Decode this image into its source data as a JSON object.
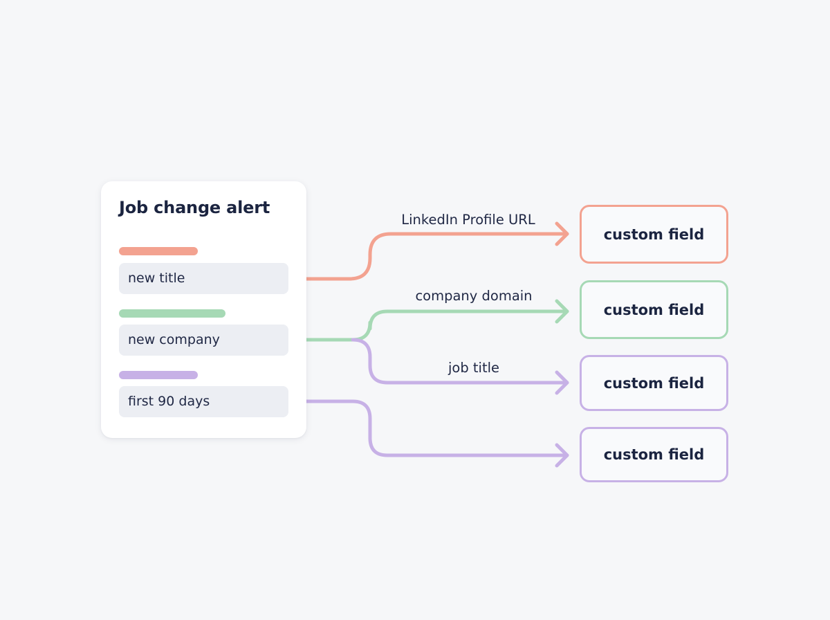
{
  "card": {
    "title": "Job change alert",
    "fields": [
      {
        "label": "new title",
        "accent": "#f3a290"
      },
      {
        "label": "new company",
        "accent": "#a6d9b5"
      },
      {
        "label": "first 90 days",
        "accent": "#c7b1e6"
      }
    ]
  },
  "connections": [
    {
      "from": "new title",
      "label": "LinkedIn Profile URL",
      "color": "#f3a290"
    },
    {
      "from": "new company",
      "label": "company domain",
      "color": "#a6d9b5"
    },
    {
      "from": "new company",
      "label": "job title",
      "color": "#c7b1e6"
    },
    {
      "from": "first 90 days",
      "label": "",
      "color": "#c7b1e6"
    }
  ],
  "targets": [
    {
      "label": "custom field",
      "color": "#f3a290"
    },
    {
      "label": "custom field",
      "color": "#a6d9b5"
    },
    {
      "label": "custom field",
      "color": "#c7b1e6"
    },
    {
      "label": "custom field",
      "color": "#c7b1e6"
    }
  ]
}
